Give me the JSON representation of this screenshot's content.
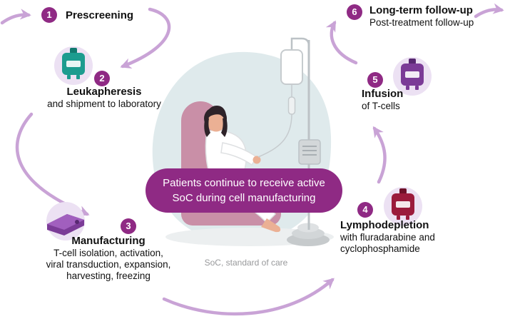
{
  "colors": {
    "accent": "#8F2A84",
    "arrow": "#C9A3D6",
    "icon-bg": "#ECE1F3",
    "teal-bag": "#1C9C8F",
    "maroon-bag": "#9B1B3C",
    "purple-bag": "#7B3B97",
    "blob": "#DFEAEC",
    "text": "#111111",
    "footnote": "#98999B"
  },
  "steps": [
    {
      "number": "1",
      "title": "Prescreening"
    },
    {
      "number": "2",
      "title": "Leukapheresis",
      "subtitle": "and shipment to laboratory",
      "icon": "blood-bag-teal-icon"
    },
    {
      "number": "3",
      "title": "Manufacturing",
      "lines": [
        "T-cell isolation, activation,",
        "viral transduction, expansion,",
        "harvesting, freezing"
      ],
      "icon": "bioreactor-cassette-icon"
    },
    {
      "number": "4",
      "title": "Lymphodepletion",
      "lines": [
        "with fluradarabine and",
        "cyclophosphamide"
      ],
      "icon": "blood-bag-maroon-icon"
    },
    {
      "number": "5",
      "title": "Infusion",
      "subtitle": "of T-cells",
      "icon": "blood-bag-purple-icon"
    },
    {
      "number": "6",
      "title": "Long-term follow-up",
      "subtitle": "Post-treatment follow-up"
    }
  ],
  "banner": {
    "line1": "Patients continue to receive active",
    "line2": "SoC during cell manufacturing"
  },
  "footnote": "SoC, standard of care",
  "illustration": "patient-receiving-iv-infusion-in-chair"
}
